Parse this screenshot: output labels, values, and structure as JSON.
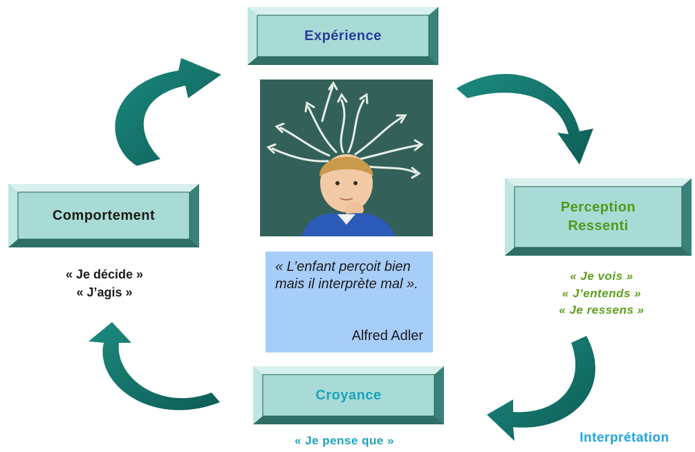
{
  "boxes": {
    "experience": {
      "label": "Expérience",
      "color": "#2b3b9a"
    },
    "perception": {
      "line1": "Perception",
      "line2": "Ressenti",
      "color": "#4e9a1c"
    },
    "croyance": {
      "label": "Croyance",
      "color": "#1aa3b8"
    },
    "comportement": {
      "label": "Comportement",
      "color": "#1a1a1a"
    }
  },
  "captions": {
    "comportement": {
      "line1": "« Je décide »",
      "line2": "« J’agis »",
      "color": "#1a1a1a"
    },
    "perception": {
      "line1": "« Je vois »",
      "line2": "« J’entends »",
      "line3": "« Je ressens »",
      "color": "#5d9e1a"
    },
    "croyance": {
      "line1": "« Je pense que »",
      "color": "#1aa3b8"
    },
    "interpretation": {
      "label": "Interprétation",
      "color": "#1ea6e0"
    }
  },
  "quote": {
    "text": "« L’enfant perçoit bien mais il interprète mal ».",
    "author": "Alfred Adler",
    "background": "#a7cdf9"
  },
  "colors": {
    "box_fill": "#a8dbd6",
    "box_bevel_light": "#d9f1ee",
    "box_bevel_dark": "#4d9a92",
    "box_border": "#1f5f58",
    "arrow": "#177c72",
    "arrow_dark": "#0e5a52"
  }
}
